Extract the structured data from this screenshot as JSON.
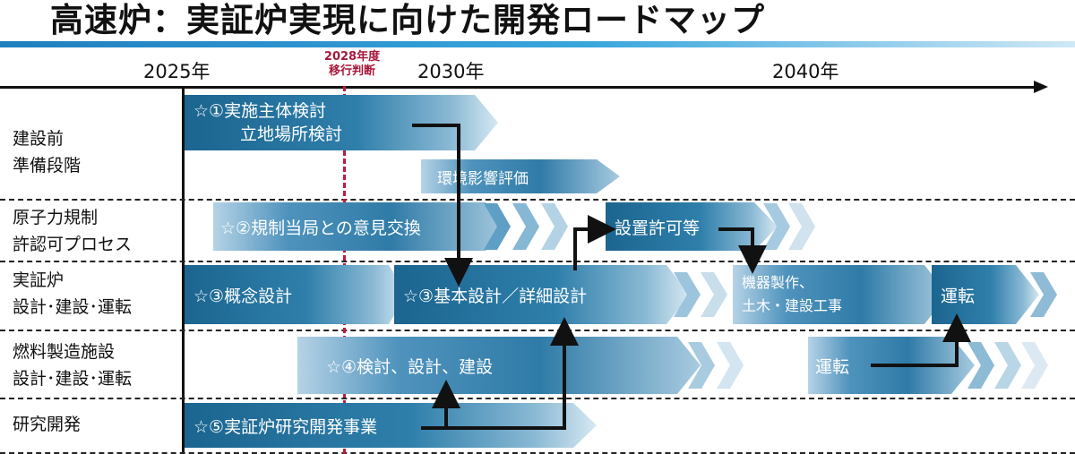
{
  "title": "高速炉：実証炉実現に向けた開発ロードマップ",
  "timeline": {
    "years": [
      "2025年",
      "2030年",
      "2040年"
    ],
    "decision": {
      "year": "2028年度",
      "label": "移行判断"
    }
  },
  "rows": [
    {
      "label_l1": "建設前",
      "label_l2": "準備段階"
    },
    {
      "label_l1": "原子力規制",
      "label_l2": "許認可プロセス"
    },
    {
      "label_l1": "実証炉",
      "label_l2": "設計･建設･運転"
    },
    {
      "label_l1": "燃料製造施設",
      "label_l2": "設計･建設･運転"
    },
    {
      "label_l1": "研究開発",
      "label_l2": ""
    }
  ],
  "bars": {
    "implementer_l1": "☆①実施主体検討",
    "implementer_l2": "立地場所検討",
    "env_assessment": "環境影響評価",
    "regulator": "☆②規制当局との意見交換",
    "license": "設置許可等",
    "concept": "☆③概念設計",
    "basic": "☆③基本設計／詳細設計",
    "manufacture_l1": "機器製作、",
    "manufacture_l2": "土木・建設工事",
    "reactor_operation": "運転",
    "fuel_facility": "☆④検討、設計、建設",
    "fuel_operation": "運転",
    "rnd": "☆⑤実証炉研究開発事業"
  },
  "colors": {
    "bar_dark": "#1b6590",
    "decision_red": "#c0193c",
    "title_bar": "#1f7fbf"
  }
}
